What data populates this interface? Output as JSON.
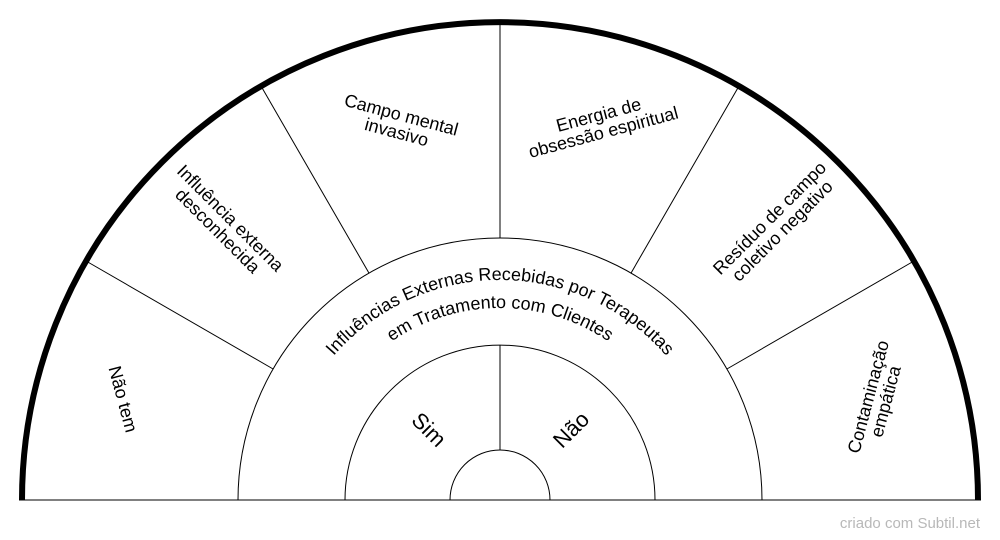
{
  "chart": {
    "center_title": [
      "Influências Externas Recebidas por Terapeutas",
      "em Tratamento com Clientes"
    ],
    "inner_options": [
      {
        "label": "Sim"
      },
      {
        "label": "Não"
      }
    ],
    "outer_options": [
      {
        "label": [
          "Não tem"
        ]
      },
      {
        "label": [
          "Influência externa",
          "desconhecida"
        ]
      },
      {
        "label": [
          "Campo mental",
          "invasivo"
        ]
      },
      {
        "label": [
          "Energia de",
          "obsessão espiritual"
        ]
      },
      {
        "label": [
          "Resíduo de campo",
          "coletivo negativo"
        ]
      },
      {
        "label": [
          "Contaminação",
          "empática"
        ]
      }
    ],
    "colors": {
      "line": "#000000",
      "background": "#ffffff",
      "credit": "#b8b8b8"
    }
  },
  "footer": {
    "credit": "criado com Subtil.net"
  }
}
